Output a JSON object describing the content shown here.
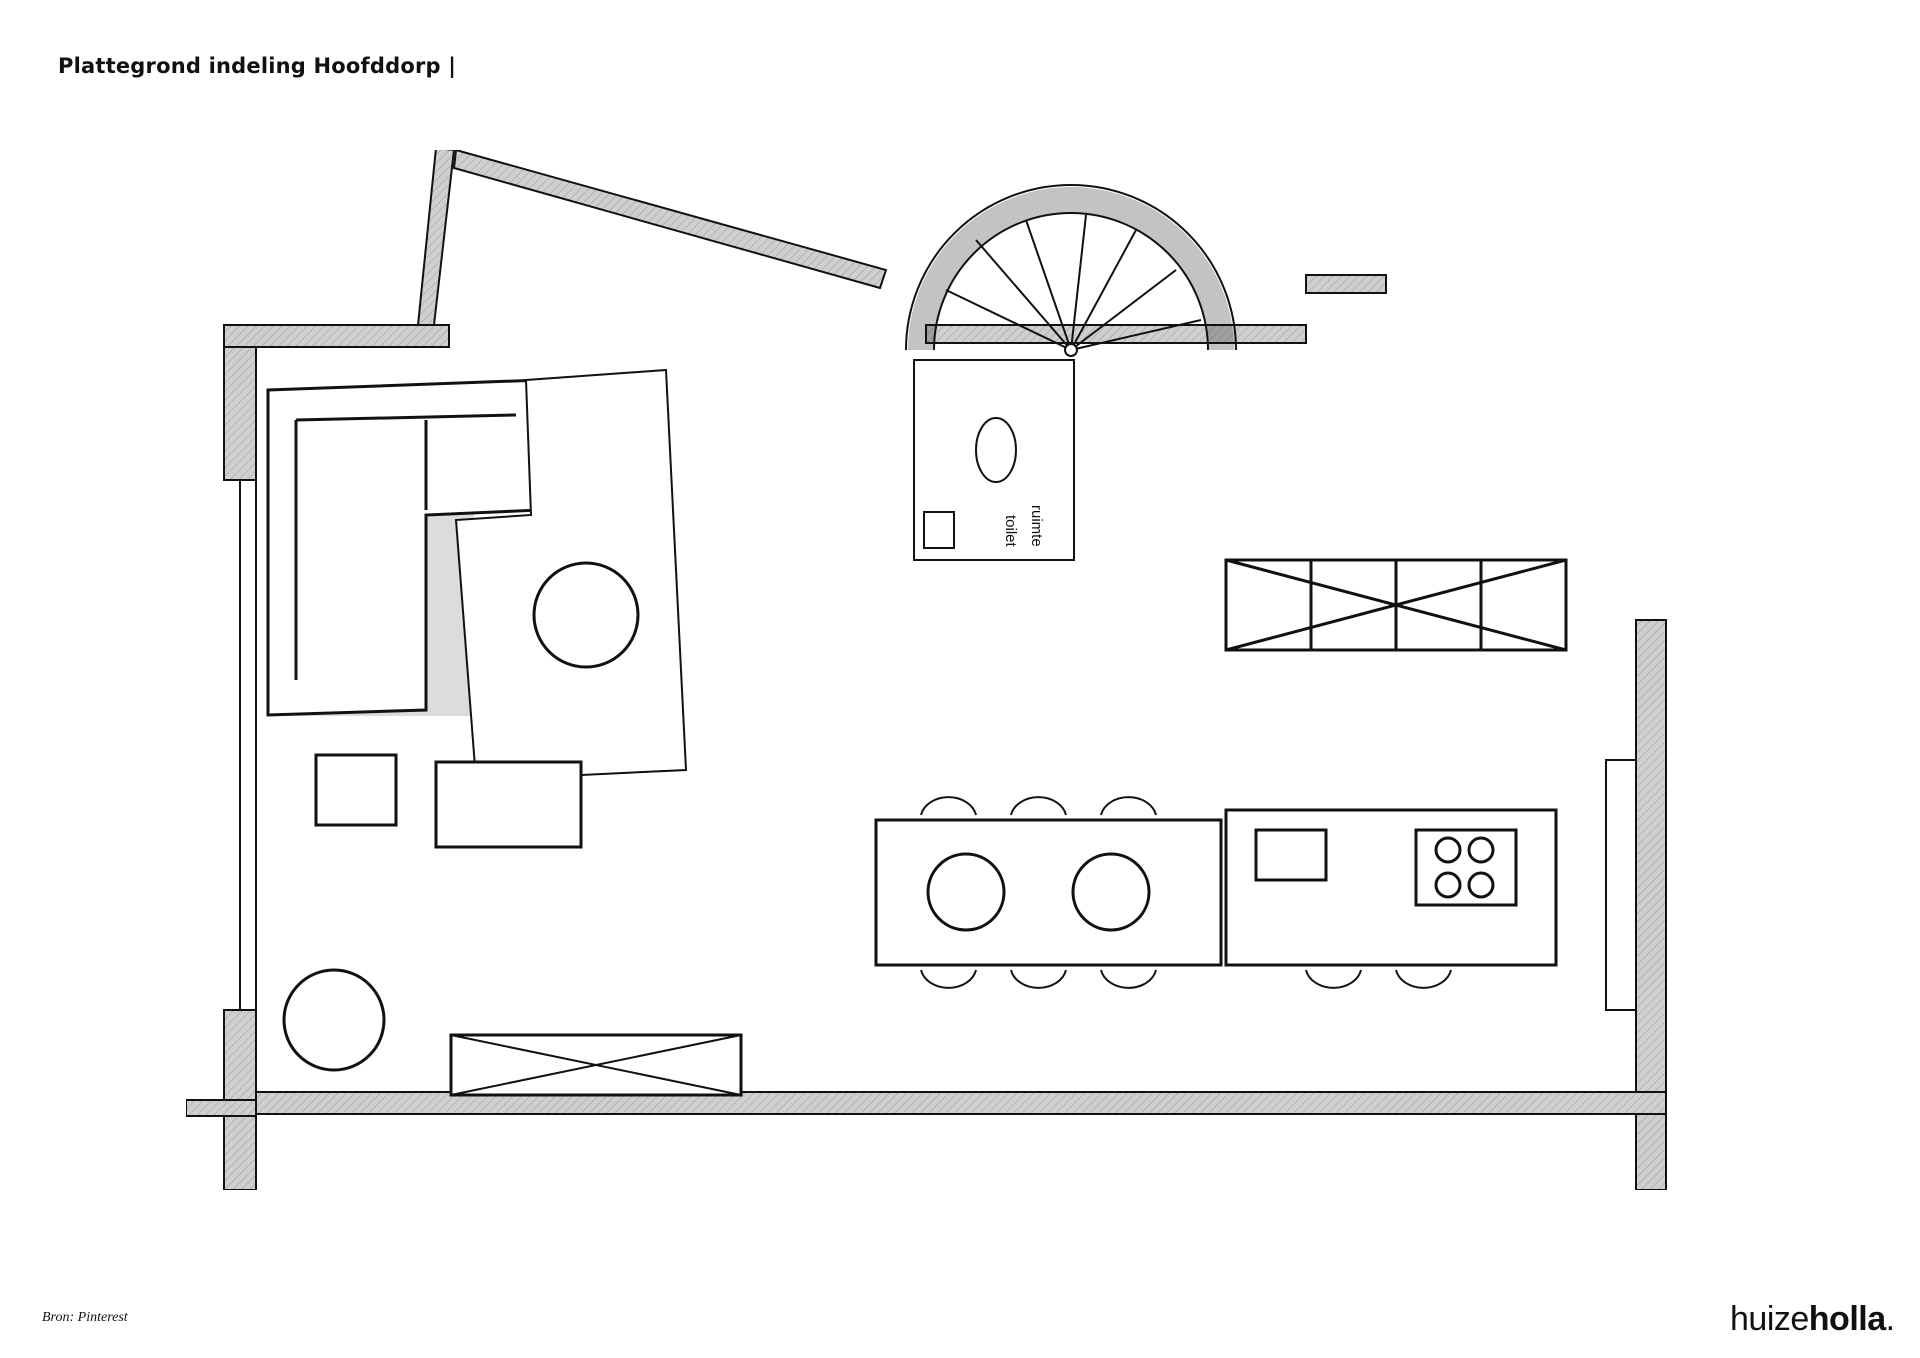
{
  "header": {
    "title": "Plattegrond indeling Hoofddorp"
  },
  "plan": {
    "room_label_line1": "toilet",
    "room_label_line2": "ruimte"
  },
  "footer": {
    "source": "Bron: Pinterest",
    "brand_light": "huize",
    "brand_bold": "holla",
    "brand_dot": "."
  },
  "colors": {
    "wall_fill": "#c8c8c8",
    "ink": "#111111",
    "shadow": "#dcdcdc"
  }
}
